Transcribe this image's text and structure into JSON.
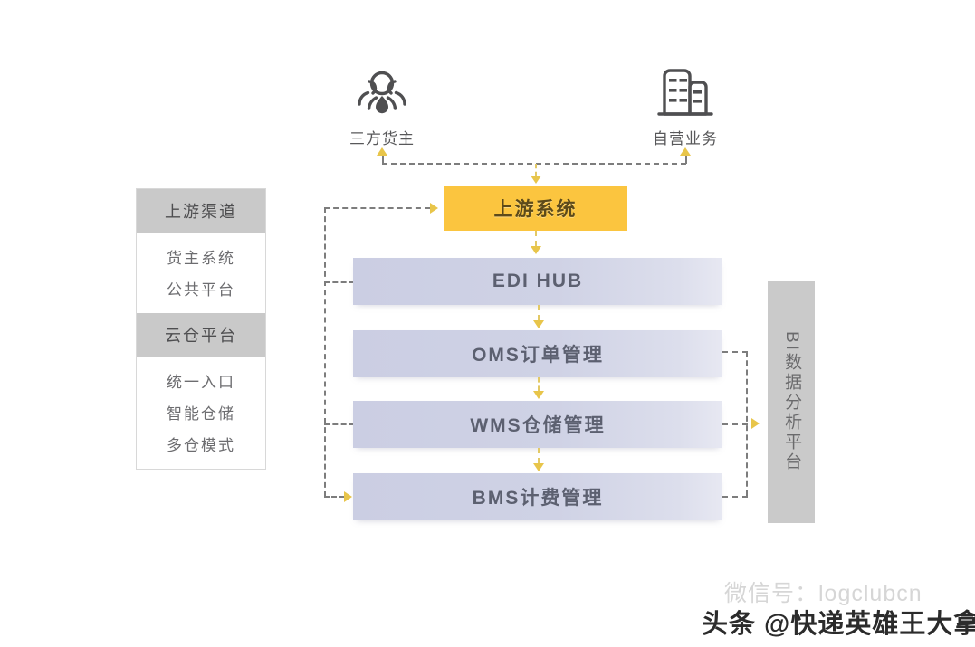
{
  "sources": [
    {
      "id": "third-party-shipper",
      "label": "三方货主",
      "icon": "people-group-icon"
    },
    {
      "id": "self-operated-business",
      "label": "自营业务",
      "icon": "building-icon"
    }
  ],
  "channel_panel": {
    "sections": [
      {
        "header": "上游渠道",
        "items": [
          "货主系统",
          "公共平台"
        ]
      },
      {
        "header": "云仓平台",
        "items": [
          "统一入口",
          "智能仓储",
          "多仓模式"
        ]
      }
    ]
  },
  "upstream_system": {
    "label": "上游系统",
    "color": "#fbc53f"
  },
  "stack": [
    {
      "id": "edi-hub",
      "label": "EDI HUB"
    },
    {
      "id": "oms",
      "label": "OMS订单管理"
    },
    {
      "id": "wms",
      "label": "WMS仓储管理"
    },
    {
      "id": "bms",
      "label": "BMS计费管理"
    }
  ],
  "bi_panel": {
    "label": "BI数据分析平台",
    "color": "#cacaca"
  },
  "colors": {
    "accent_yellow": "#fbc53f",
    "arrow_yellow": "#e8c54a",
    "bar_lavender": "#cbcee3",
    "panel_gray": "#c9c9c9",
    "dash_gray": "#7d7d7d"
  },
  "watermarks": {
    "wechat": "微信号：logclubcn",
    "toutiao": "头条 @快递英雄王大拿"
  }
}
